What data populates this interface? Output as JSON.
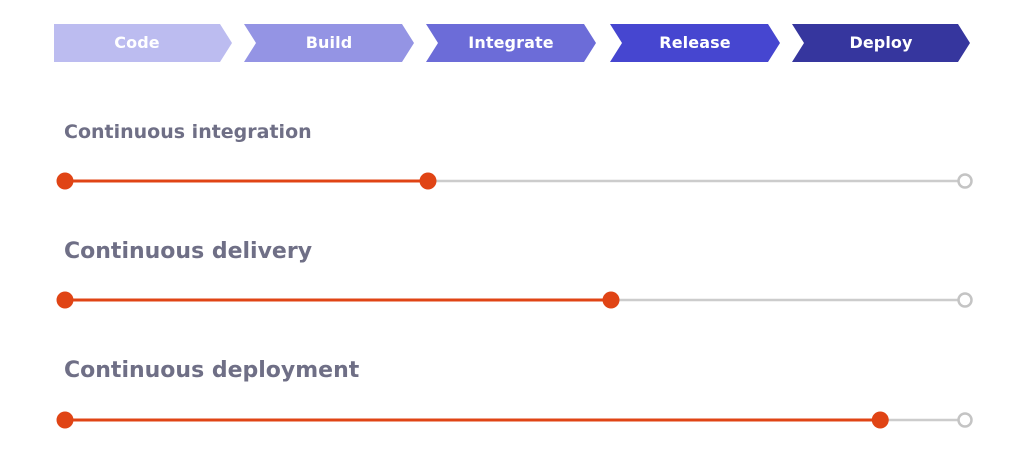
{
  "pipeline": {
    "stages": [
      {
        "label": "Code",
        "color": "#bcbcf0"
      },
      {
        "label": "Build",
        "color": "#9494e4"
      },
      {
        "label": "Integrate",
        "color": "#6c6cd8"
      },
      {
        "label": "Release",
        "color": "#4646d0"
      },
      {
        "label": "Deploy",
        "color": "#36369e"
      }
    ]
  },
  "tracks": [
    {
      "title": "Continuous integration",
      "progress_stage": 2,
      "total_stages": 5
    },
    {
      "title": "Continuous delivery",
      "progress_stage": 3,
      "total_stages": 5
    },
    {
      "title": "Continuous deployment",
      "progress_stage": 4.5,
      "total_stages": 5
    }
  ],
  "colors": {
    "progress": "#e04415",
    "rail": "#cccccc",
    "title": "#6f6f86"
  }
}
